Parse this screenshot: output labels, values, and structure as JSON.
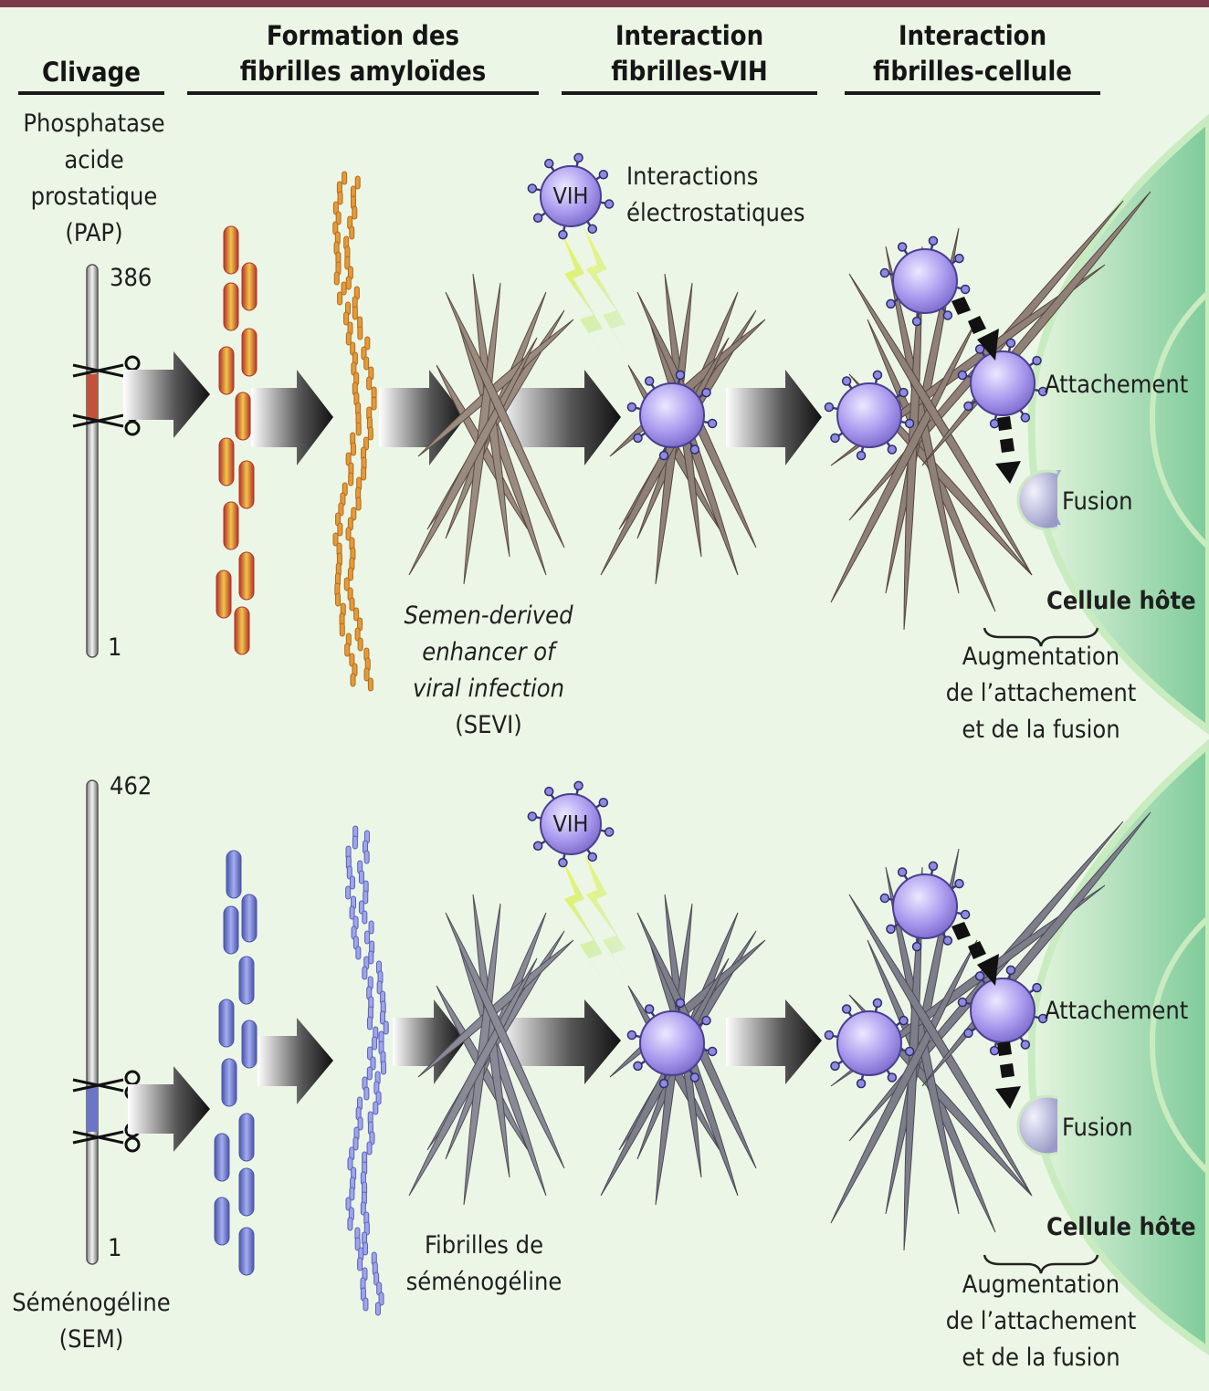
{
  "headers": {
    "clivage": "Clivage",
    "formation": [
      "Formation des",
      "fibrilles amyloïdes"
    ],
    "interaction_vih": [
      "Interaction",
      "fibrilles-VIH"
    ],
    "interaction_cellule": [
      "Interaction",
      "fibrilles-cellule"
    ]
  },
  "top_row": {
    "protein": [
      "Phosphatase",
      "acide",
      "prostatique",
      "(PAP)"
    ],
    "residue_top": "386",
    "residue_bottom": "1",
    "fibril_name": [
      "Semen-derived",
      "enhancer of",
      "viral infection",
      "(SEVI)"
    ],
    "virus_label": "VIH",
    "interaction_label": [
      "Interactions",
      "électrostatiques"
    ],
    "attachment_label": "Attachement",
    "fusion_label": "Fusion",
    "host_cell_label": "Cellule hôte",
    "effect_label": [
      "Augmentation",
      "de l’attachement",
      "et de la fusion"
    ],
    "colors": {
      "peptide": "#d9a437",
      "peptide_edge": "#b4322a",
      "fibril": "#8a7a72"
    }
  },
  "bottom_row": {
    "protein": [
      "Séménogéline",
      "(SEM)"
    ],
    "residue_top": "462",
    "residue_bottom": "1",
    "fibril_name": [
      "Fibrilles de",
      "séménogéline"
    ],
    "virus_label": "VIH",
    "attachment_label": "Attachement",
    "fusion_label": "Fusion",
    "host_cell_label": "Cellule hôte",
    "effect_label": [
      "Augmentation",
      "de l’attachement",
      "et de la fusion"
    ],
    "colors": {
      "peptide": "#7a85d8",
      "peptide_edge": "#4a55a8",
      "fibril": "#77757f"
    }
  },
  "colors": {
    "background": "#ecf6e6",
    "top_bar": "#7b3b4a",
    "virus": "#9d8be3",
    "cell": "#a6dcb3"
  }
}
